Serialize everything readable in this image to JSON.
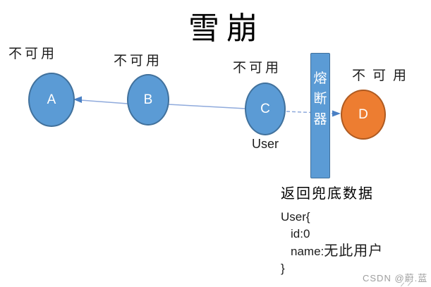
{
  "title": "雪崩",
  "nodes": [
    {
      "letter": "A",
      "status": "不可用",
      "color": "#5B9BD5"
    },
    {
      "letter": "B",
      "status": "不可用",
      "color": "#5B9BD5"
    },
    {
      "letter": "C",
      "status": "不可用",
      "sublabel": "User",
      "color": "#5B9BD5"
    },
    {
      "letter": "D",
      "status": "不可用",
      "color": "#ED7D31"
    }
  ],
  "breaker_chars": [
    "熔",
    "断",
    "器"
  ],
  "fallback": {
    "heading": "返回兜底数据",
    "object_open": "User{",
    "id_line": "id:0",
    "name_prefix": "name:",
    "name_value": "无此用户",
    "object_close": "}"
  },
  "watermark": "CSDN @蔚.蓝",
  "colors": {
    "node_blue": "#5B9BD5",
    "node_blue_border": "#41719C",
    "node_orange": "#ED7D31",
    "node_orange_border": "#AE5A21",
    "breaker_fill": "#5B9BD5",
    "connector_line": "#8FAADC",
    "arrowhead": "#4A80C4",
    "watermark_gray": "#9E9E9E"
  }
}
